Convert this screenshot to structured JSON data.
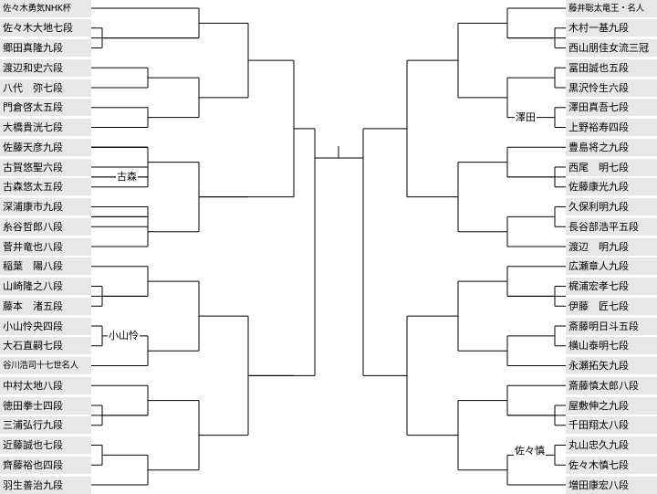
{
  "left": [
    "佐々木勇気NHK杯",
    "佐々木大地七段",
    "郷田真隆九段",
    "渡辺和史六段",
    "八代　弥七段",
    "門倉啓太五段",
    "大橋貴洸七段",
    "佐藤天彦九段",
    "古賀悠聖六段",
    "古森悠太五段",
    "深浦康市九段",
    "糸谷哲郎八段",
    "菅井竜也八段",
    "稲葉　陽八段",
    "山崎隆之八段",
    "藤本　渚五段",
    "小山怜央四段",
    "大石直嗣七段",
    "谷川浩司十七世名人",
    "中村太地八段",
    "徳田拳士四段",
    "三浦弘行九段",
    "近藤誠也七段",
    "齊藤裕也四段",
    "羽生善治九段"
  ],
  "right": [
    "藤井聡太竜王・名人",
    "木村一基九段",
    "西山朋佳女流三冠",
    "冨田誠也五段",
    "黒沢怜生六段",
    "澤田真吾七段",
    "上野裕寿四段",
    "豊島将之九段",
    "西尾　明七段",
    "佐藤康光九段",
    "久保利明九段",
    "長谷部浩平五段",
    "渡辺　明九段",
    "広瀬章人九段",
    "梶浦宏孝七段",
    "伊藤　匠七段",
    "斎藤明日斗五段",
    "横山泰明七段",
    "永瀬拓矢九段",
    "斎藤慎太郎八段",
    "屋敷伸之九段",
    "千田翔太八段",
    "丸山忠久九段",
    "佐々木慎七段",
    "増田康宏八段"
  ],
  "winners": {
    "left_block2_round3": "古森",
    "left_block3_round3": "小山怜",
    "right_block1_round3": "澤田",
    "right_block4_round3": "佐々慎"
  }
}
